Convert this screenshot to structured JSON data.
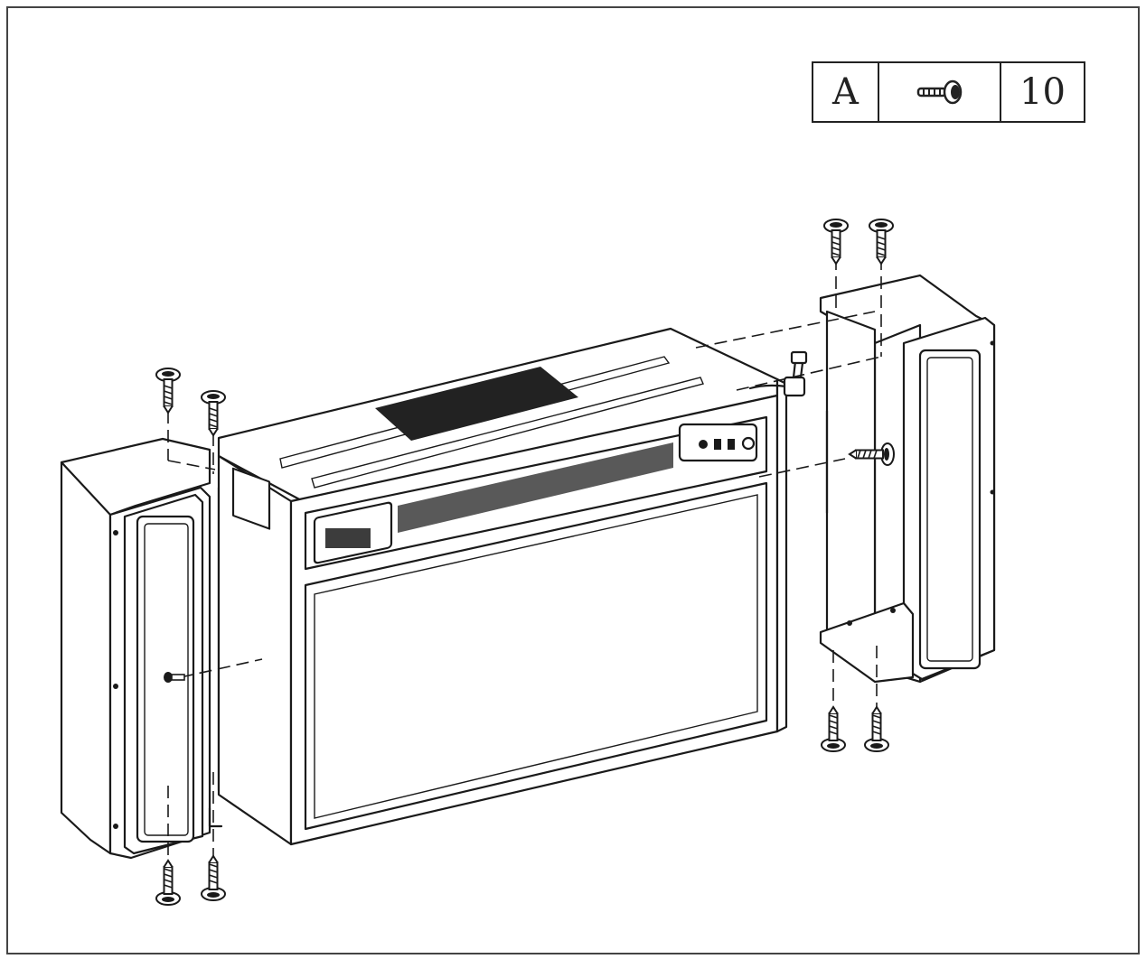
{
  "parts_table": {
    "letter": "A",
    "icon": "screw-icon",
    "quantity": "10"
  },
  "diagram": {
    "subject-icon": "fireplace-insert-exploded-view",
    "colors": {
      "line": "#1a1a1a",
      "background": "#ffffff"
    }
  }
}
